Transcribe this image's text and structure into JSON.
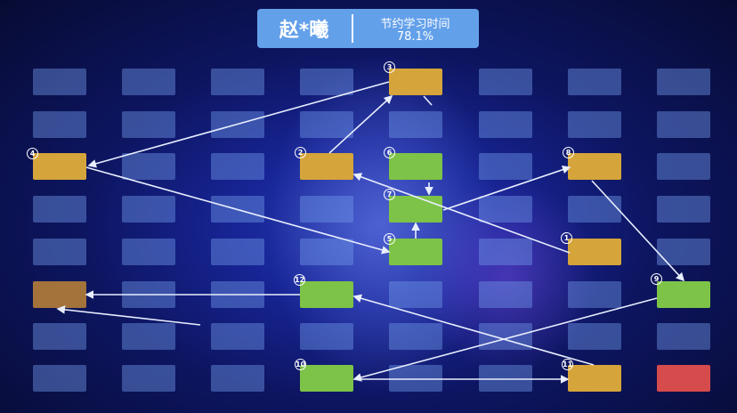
{
  "header": {
    "name": "赵*曦",
    "label": "节约学习时间",
    "value": "78.1%"
  },
  "node_numbers": [
    "1",
    "2",
    "3",
    "4",
    "5",
    "6",
    "7",
    "8",
    "9",
    "10",
    "11",
    "12"
  ],
  "colors": {
    "highlight_orange": "#d5a43a",
    "highlight_green": "#7dc347",
    "warning_red": "#d64b4b",
    "card_blue": "#6e96e6",
    "header_blue": "#63a0ea"
  }
}
